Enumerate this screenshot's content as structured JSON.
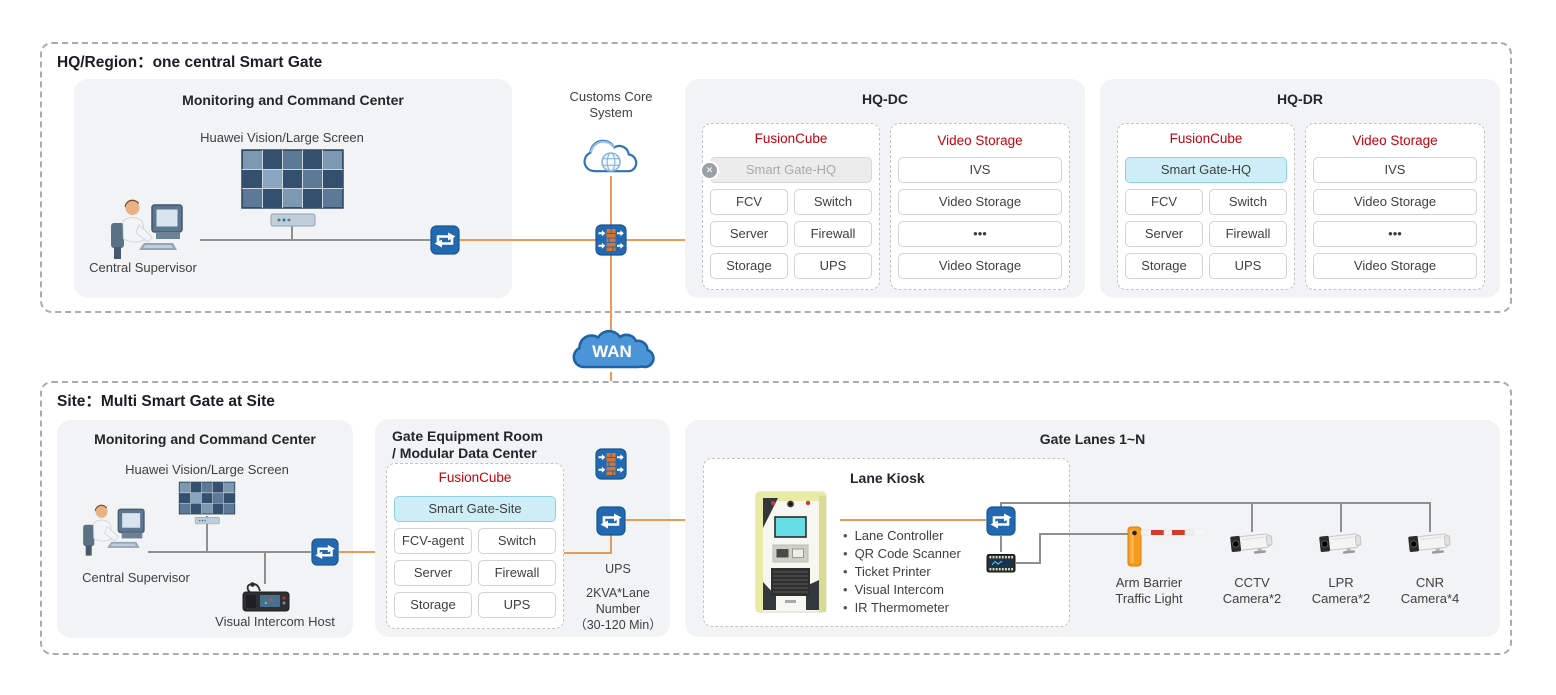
{
  "colors": {
    "accent_line_orange": "#E89B56",
    "device_blue": "#2269B2",
    "brand_red": "#C7000B",
    "highlight_cyan": "#CDEEF6",
    "panel_gray": "#F2F3F5"
  },
  "hq": {
    "title": "HQ/Region：one central Smart Gate",
    "monitoring": {
      "title": "Monitoring and Command Center",
      "screen_label": "Huawei Vision/Large Screen",
      "supervisor_label": "Central Supervisor"
    },
    "customs_core": {
      "line1": "Customs Core",
      "line2": "System"
    },
    "dc": {
      "title": "HQ-DC",
      "fusioncube": {
        "title": "FusionCube",
        "node": "Smart Gate-HQ",
        "offline_icon": "✕",
        "cells": [
          "FCV",
          "Switch",
          "Server",
          "Firewall",
          "Storage",
          "UPS"
        ]
      },
      "video": {
        "title": "Video Storage",
        "cells": [
          "IVS",
          "Video Storage",
          "•••",
          "Video Storage"
        ]
      }
    },
    "dr": {
      "title": "HQ-DR",
      "fusioncube": {
        "title": "FusionCube",
        "node": "Smart Gate-HQ",
        "cells": [
          "FCV",
          "Switch",
          "Server",
          "Firewall",
          "Storage",
          "UPS"
        ]
      },
      "video": {
        "title": "Video Storage",
        "cells": [
          "IVS",
          "Video Storage",
          "•••",
          "Video Storage"
        ]
      }
    }
  },
  "wan": {
    "label": "WAN"
  },
  "site": {
    "title": "Site：Multi Smart Gate at Site",
    "monitoring": {
      "title": "Monitoring and Command Center",
      "screen_label": "Huawei Vision/Large Screen",
      "supervisor_label": "Central Supervisor",
      "intercom_label": "Visual Intercom Host"
    },
    "equipment_room": {
      "title_line1": "Gate Equipment Room",
      "title_line2": "/ Modular Data Center",
      "fusioncube": {
        "title": "FusionCube",
        "node": "Smart Gate-Site",
        "cells": [
          "FCV-agent",
          "Switch",
          "Server",
          "Firewall",
          "Storage",
          "UPS"
        ]
      },
      "ups_label": "UPS",
      "ups_detail": {
        "line1": "2KVA*Lane",
        "line2": "Number",
        "line3": "（30-120 Min）"
      }
    },
    "lanes": {
      "title": "Gate Lanes 1~N",
      "kiosk": {
        "title": "Lane Kiosk",
        "features": [
          "Lane Controller",
          "QR Code Scanner",
          "Ticket Printer",
          "Visual Intercom",
          "IR Thermometer"
        ]
      },
      "devices": [
        {
          "line1": "Arm Barrier",
          "line2": "Traffic Light"
        },
        {
          "line1": "CCTV",
          "line2": "Camera*2"
        },
        {
          "line1": "LPR",
          "line2": "Camera*2"
        },
        {
          "line1": "CNR",
          "line2": "Camera*4"
        }
      ]
    }
  }
}
